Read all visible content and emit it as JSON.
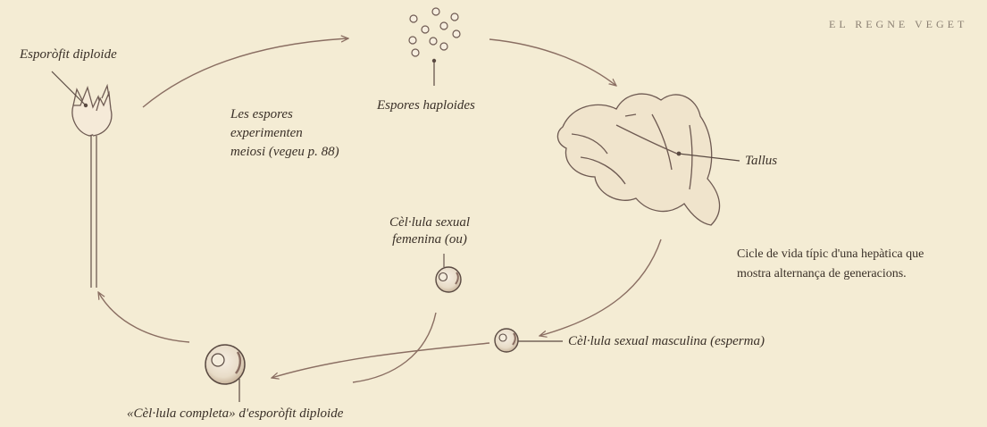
{
  "header": {
    "text": "EL REGNE VEGET"
  },
  "labels": {
    "sporophyte": "Esporòfit diploide",
    "meiosis": [
      "Les espores",
      "experimenten",
      "meiosi (vegeu p. 88)"
    ],
    "spores": "Espores haploides",
    "thallus": "Tallus",
    "female_cell": [
      "Cèl·lula sexual",
      "femenina (ou)"
    ],
    "male_cell": "Cèl·lula sexual masculina (esperma)",
    "zygote": "«Cèl·lula completa» d'esporòfit diploide"
  },
  "caption": [
    "Cicle de vida típic d'una hepàtica que",
    "mostra alternança de generacions."
  ]
}
